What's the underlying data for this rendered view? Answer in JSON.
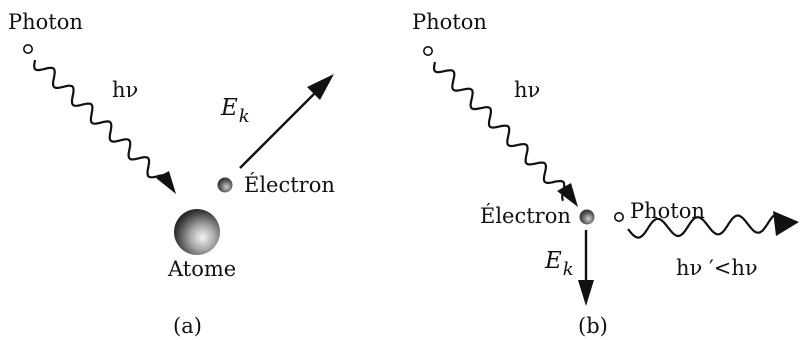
{
  "panel_a": {
    "photon_label": "Photon",
    "energy_label": "hν",
    "ek_main": "E",
    "ek_sub": "k",
    "electron_label": "Électron",
    "atom_label": "Atome",
    "caption": "(a)"
  },
  "panel_b": {
    "photon_in_label": "Photon",
    "energy_label": "hν",
    "electron_label": "Électron",
    "photon_out_label": "Photon",
    "ek_main": "E",
    "ek_sub": "k",
    "scattered_energy_label": "hν ′<hν",
    "caption": "(b)"
  }
}
